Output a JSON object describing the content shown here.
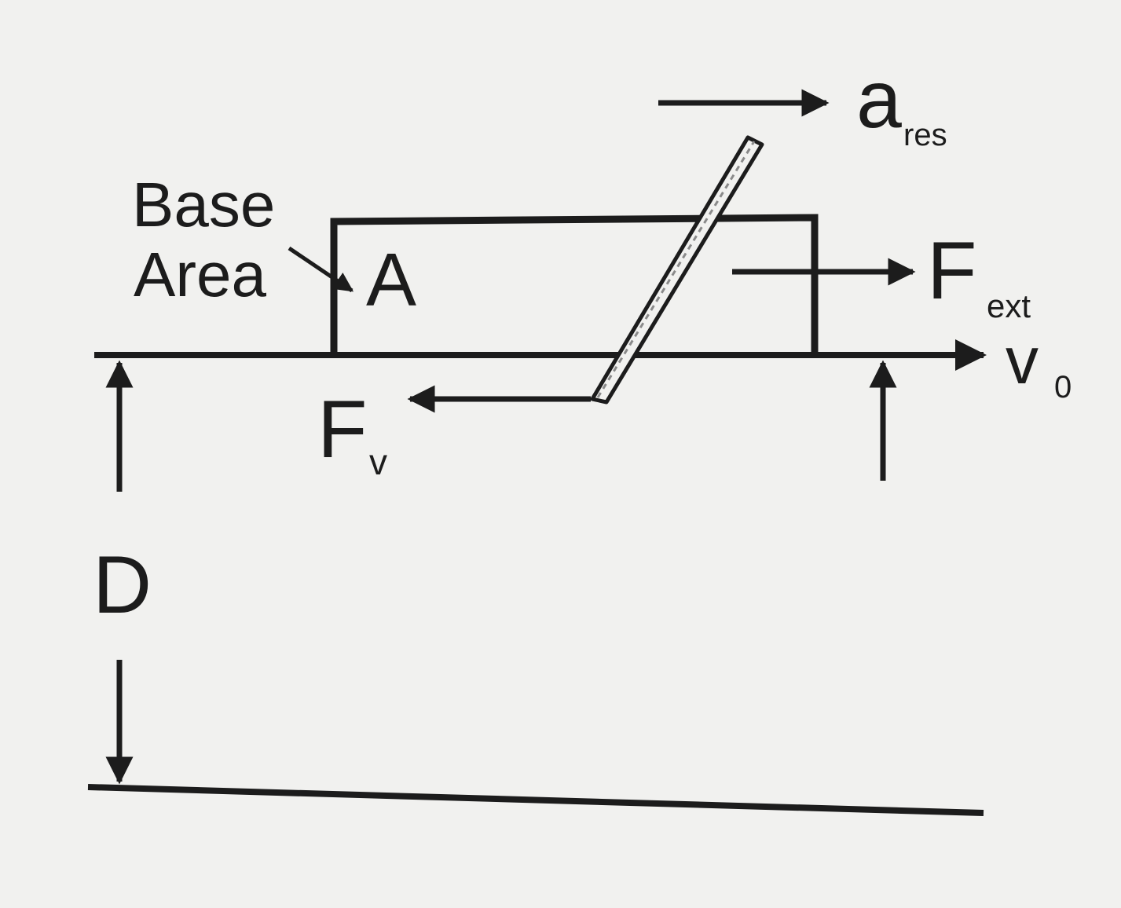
{
  "diagram": {
    "labels": {
      "base_line1": "Base",
      "base_line2": "Area",
      "area_symbol": "A",
      "acc_main": "a",
      "acc_sub": "res",
      "force_ext_main": "F",
      "force_ext_sub": "ext",
      "velocity_main": "v",
      "velocity_sub": "0",
      "viscous_main": "F",
      "viscous_sub": "v",
      "depth": "D"
    },
    "colors": {
      "ink": "#1c1c1c",
      "background": "#f1f1ef"
    }
  }
}
